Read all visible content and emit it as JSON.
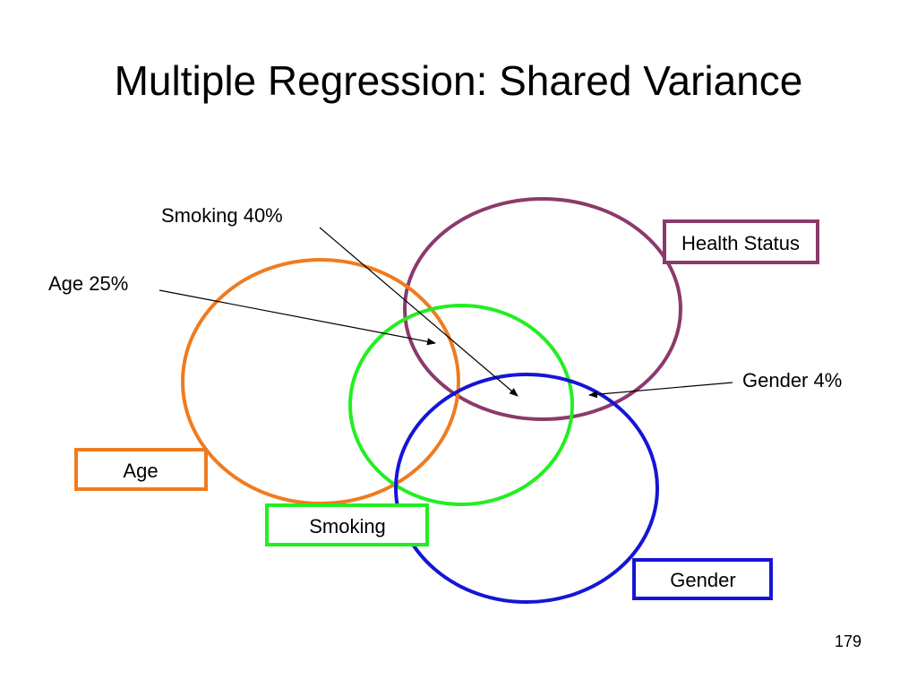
{
  "slide": {
    "title": "Multiple Regression: Shared Variance",
    "page_number": "179"
  },
  "diagram": {
    "sets": [
      {
        "key": "health",
        "label": "Health Status",
        "color": "#8b3a6b"
      },
      {
        "key": "age",
        "label": "Age",
        "color": "#f07b1e"
      },
      {
        "key": "smoking",
        "label": "Smoking",
        "color": "#22ee22"
      },
      {
        "key": "gender",
        "label": "Gender",
        "color": "#1515d6"
      }
    ],
    "annotations": {
      "smoking": "Smoking 40%",
      "age": "Age 25%",
      "gender": "Gender 4%"
    }
  }
}
